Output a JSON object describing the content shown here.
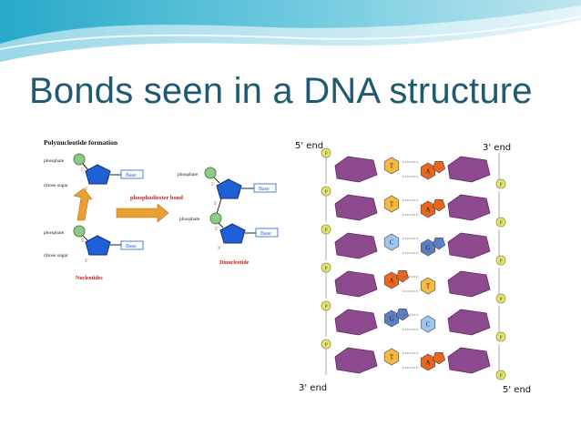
{
  "slide": {
    "title": "Bonds seen in a DNA structure"
  },
  "polynucleotide": {
    "heading": "Polynucleotide formation",
    "phosphate": "phosphate",
    "ribose_sugar": "ribose sugar",
    "base": "Base",
    "c5": "5'",
    "c3": "3'",
    "bond_label": "phosphodiester bond",
    "nucleotides_label": "Nucleotides",
    "dinucleotide_label": "Dinucleotide",
    "colors": {
      "phosphate": "#8fc98a",
      "sugar": "#1f5fd8",
      "arrow": "#e8a030",
      "label_red": "#cc1a1a"
    }
  },
  "dna_ladder": {
    "top_left": "5' end",
    "top_right": "3' end",
    "bottom_left": "3' end",
    "bottom_right": "5' end",
    "phosphate_symbol": "P",
    "pairs": [
      [
        "T",
        "A"
      ],
      [
        "T",
        "A"
      ],
      [
        "C",
        "G"
      ],
      [
        "A",
        "T"
      ],
      [
        "G",
        "C"
      ],
      [
        "T",
        "A"
      ]
    ],
    "colors": {
      "sugar": "#8e4a8e",
      "phosphate": "#e6e37a",
      "T": "#f5b944",
      "A": "#e8661e",
      "C": "#9cc8ee",
      "G": "#5a7fc2"
    }
  }
}
